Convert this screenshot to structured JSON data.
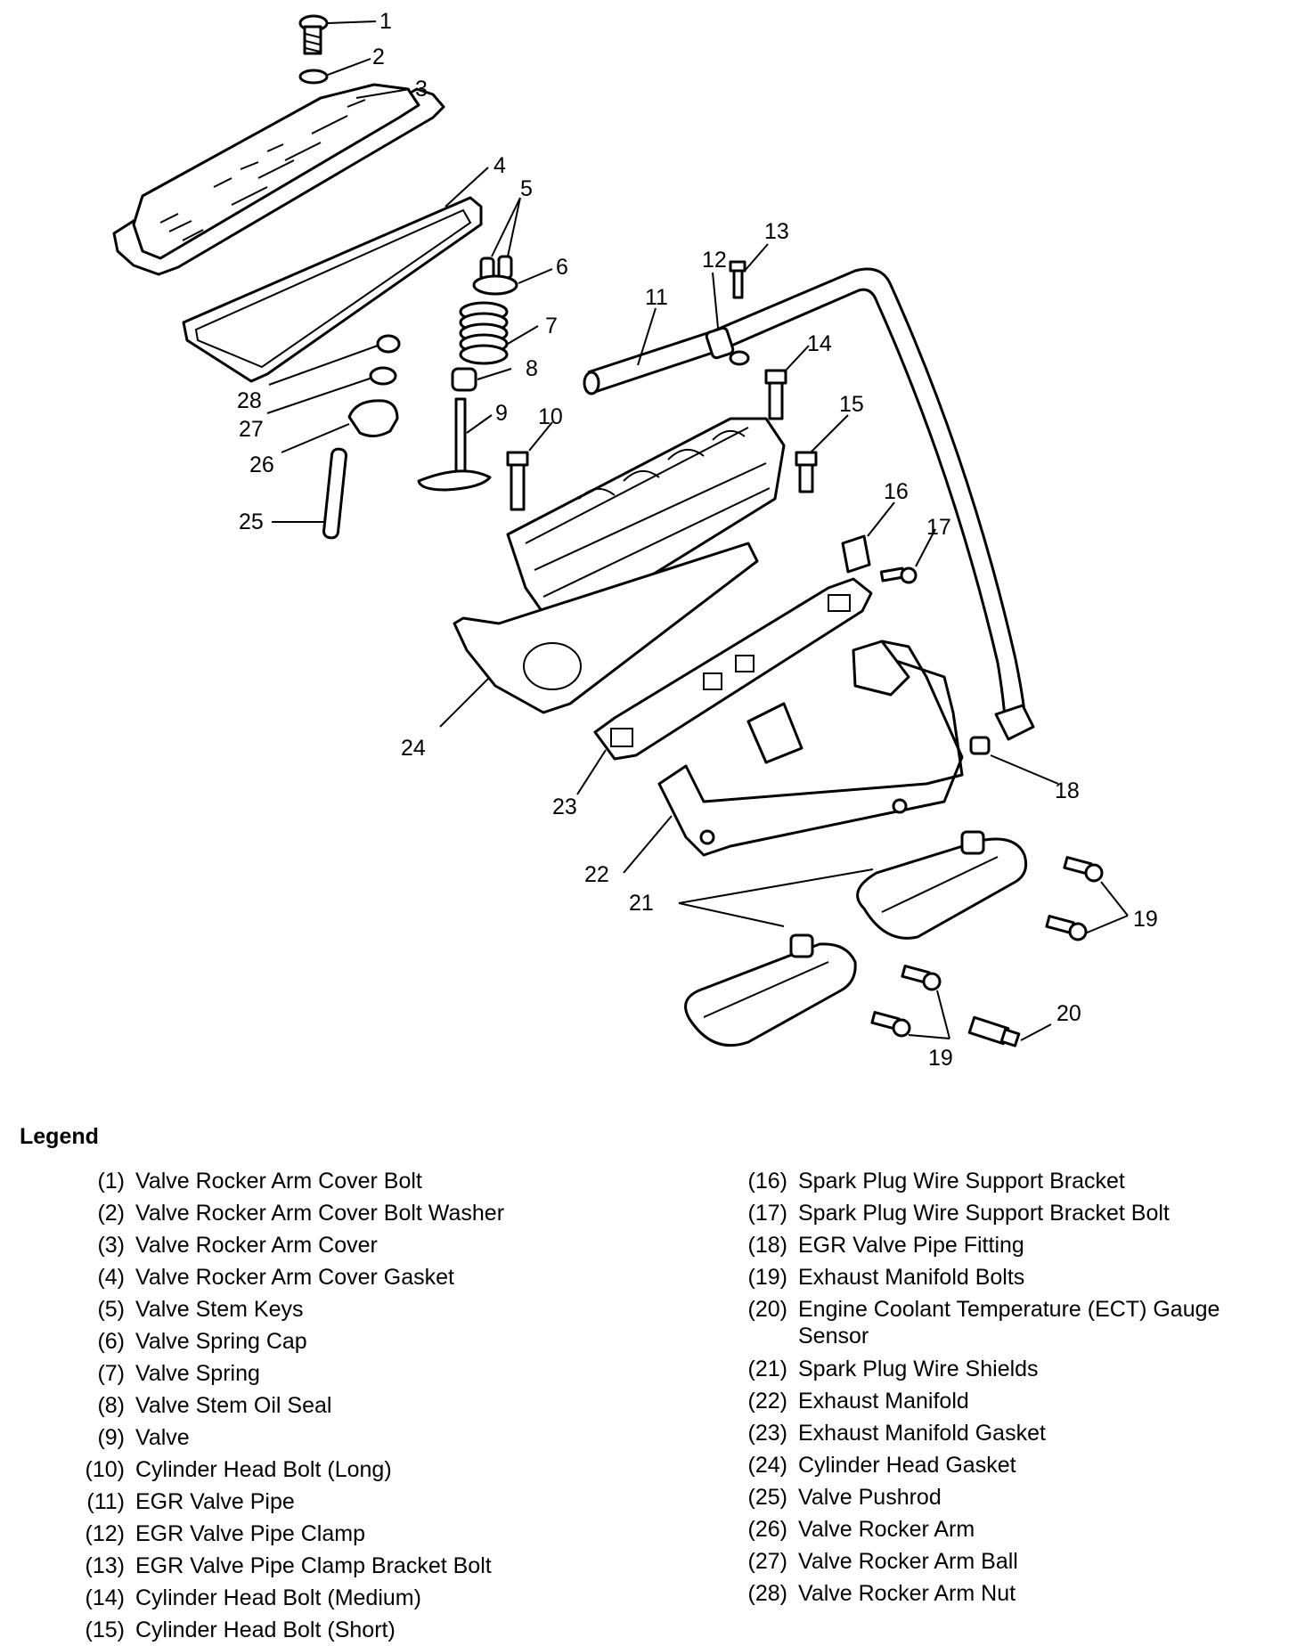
{
  "callouts": [
    "1",
    "2",
    "3",
    "4",
    "5",
    "6",
    "7",
    "8",
    "9",
    "10",
    "11",
    "12",
    "13",
    "14",
    "15",
    "16",
    "17",
    "18",
    "19",
    "19",
    "20",
    "21",
    "22",
    "23",
    "24",
    "25",
    "26",
    "27",
    "28"
  ],
  "legend": {
    "title": "Legend",
    "left": [
      {
        "num": "(1)",
        "text": "Valve Rocker Arm Cover Bolt"
      },
      {
        "num": "(2)",
        "text": "Valve Rocker Arm Cover Bolt Washer"
      },
      {
        "num": "(3)",
        "text": "Valve Rocker Arm Cover"
      },
      {
        "num": "(4)",
        "text": "Valve Rocker Arm Cover Gasket"
      },
      {
        "num": "(5)",
        "text": "Valve Stem Keys"
      },
      {
        "num": "(6)",
        "text": "Valve Spring Cap"
      },
      {
        "num": "(7)",
        "text": "Valve Spring"
      },
      {
        "num": "(8)",
        "text": "Valve Stem Oil Seal"
      },
      {
        "num": "(9)",
        "text": "Valve"
      },
      {
        "num": "(10)",
        "text": "Cylinder Head Bolt (Long)"
      },
      {
        "num": "(11)",
        "text": "EGR Valve Pipe"
      },
      {
        "num": "(12)",
        "text": "EGR Valve Pipe Clamp"
      },
      {
        "num": "(13)",
        "text": "EGR Valve Pipe Clamp Bracket Bolt"
      },
      {
        "num": "(14)",
        "text": "Cylinder Head Bolt (Medium)"
      },
      {
        "num": "(15)",
        "text": "Cylinder Head Bolt (Short)"
      }
    ],
    "right": [
      {
        "num": "(16)",
        "text": "Spark Plug Wire Support Bracket"
      },
      {
        "num": "(17)",
        "text": "Spark Plug Wire Support Bracket Bolt"
      },
      {
        "num": "(18)",
        "text": "EGR Valve Pipe Fitting"
      },
      {
        "num": "(19)",
        "text": "Exhaust Manifold Bolts"
      },
      {
        "num": "(20)",
        "text": "Engine Coolant Temperature (ECT) Gauge Sensor"
      },
      {
        "num": "(21)",
        "text": "Spark Plug Wire Shields"
      },
      {
        "num": "(22)",
        "text": "Exhaust Manifold"
      },
      {
        "num": "(23)",
        "text": "Exhaust Manifold Gasket"
      },
      {
        "num": "(24)",
        "text": "Cylinder Head Gasket"
      },
      {
        "num": "(25)",
        "text": "Valve Pushrod"
      },
      {
        "num": "(26)",
        "text": "Valve Rocker Arm"
      },
      {
        "num": "(27)",
        "text": "Valve Rocker Arm Ball"
      },
      {
        "num": "(28)",
        "text": "Valve Rocker Arm Nut"
      }
    ]
  }
}
